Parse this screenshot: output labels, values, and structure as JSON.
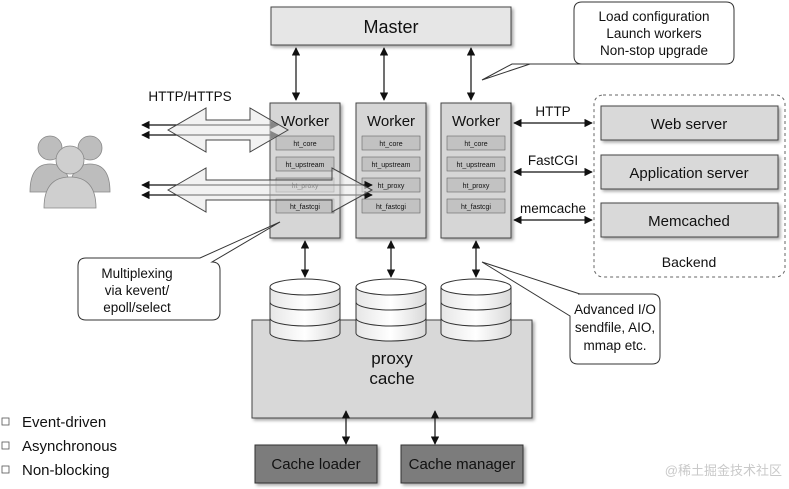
{
  "master": {
    "label": "Master"
  },
  "master_notes": [
    "Load configuration",
    "Launch workers",
    "Non-stop upgrade"
  ],
  "client_link_label": "HTTP/HTTPS",
  "workers": [
    {
      "label": "Worker",
      "modules": [
        "ht_core",
        "ht_upstream",
        "ht_proxy",
        "ht_fastcgi"
      ]
    },
    {
      "label": "Worker",
      "modules": [
        "ht_core",
        "ht_upstream",
        "ht_proxy",
        "ht_fastcgi"
      ]
    },
    {
      "label": "Worker",
      "modules": [
        "ht_core",
        "ht_upstream",
        "ht_proxy",
        "ht_fastcgi"
      ]
    }
  ],
  "protocols": [
    "HTTP",
    "FastCGI",
    "memcache"
  ],
  "backend": {
    "servers": [
      "Web server",
      "Application server",
      "Memcached"
    ],
    "label": "Backend"
  },
  "multiplexing_note": [
    "Multiplexing",
    "via kevent/",
    "epoll/select"
  ],
  "io_note": [
    "Advanced I/O",
    "sendfile, AIO,",
    "mmap etc."
  ],
  "proxy_cache": [
    "proxy",
    "cache"
  ],
  "cache_processes": [
    "Cache loader",
    "Cache manager"
  ],
  "legend": [
    "Event-driven",
    "Asynchronous",
    "Non-blocking"
  ],
  "watermark": "@稀土掘金技术社区",
  "colors": {
    "box_light": "#e6e6e6",
    "box_dark": "#7c7c7c",
    "module": "#d2d2d2",
    "stroke": "#444444",
    "bubble": "#ffffff"
  },
  "icons": {
    "clients": "users-icon"
  }
}
